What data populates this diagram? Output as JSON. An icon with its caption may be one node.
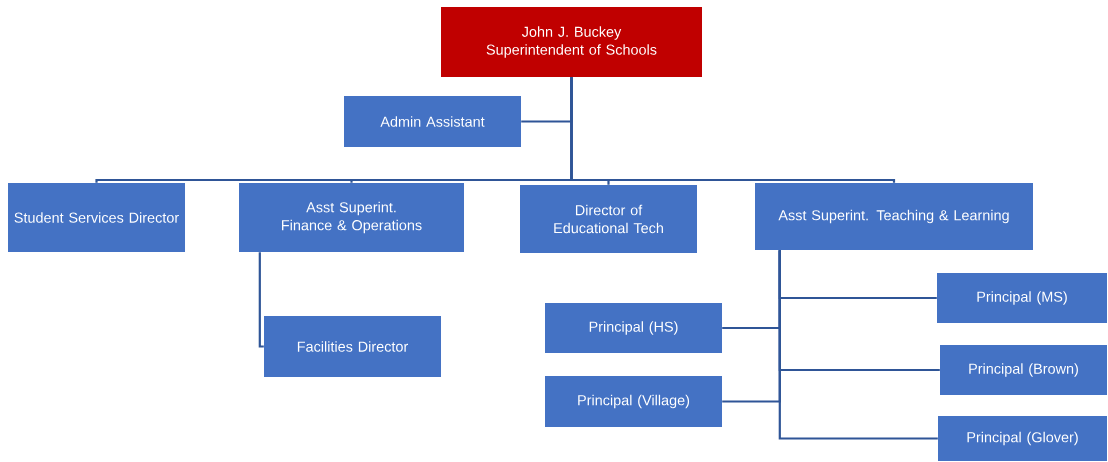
{
  "diagram": {
    "nodes": [
      {
        "text": [
          "John J. Buckey",
          "Superintendent of Schools"
        ]
      },
      {
        "text": [
          "Admin Assistant"
        ]
      },
      {
        "text": [
          "Student Services Director"
        ]
      },
      {
        "text": [
          "Asst Superint. Finance & Operations"
        ]
      },
      {
        "text": [
          "Director of Educational Tech"
        ]
      },
      {
        "text": [
          "Asst Superint. Teaching & Learning"
        ]
      },
      {
        "text": [
          "Facilities Director"
        ]
      },
      {
        "text": [
          "Principal (HS)"
        ]
      },
      {
        "text": [
          "Principal (Village)"
        ]
      },
      {
        "text": [
          "Principal (MS)"
        ]
      },
      {
        "text": [
          "Principal (Brown)"
        ]
      },
      {
        "text": [
          "Principal (Glover)"
        ]
      }
    ],
    "edges": [
      {
        "from": 0,
        "to": 1,
        "arrow": "none"
      },
      {
        "from": 0,
        "to": 2,
        "arrow": "none"
      },
      {
        "from": 0,
        "to": 3,
        "arrow": "none"
      },
      {
        "from": 0,
        "to": 4,
        "arrow": "none"
      },
      {
        "from": 0,
        "to": 5,
        "arrow": "none"
      },
      {
        "from": 3,
        "to": 6,
        "arrow": "none"
      },
      {
        "from": 5,
        "to": 7,
        "arrow": "none"
      },
      {
        "from": 5,
        "to": 8,
        "arrow": "none"
      },
      {
        "from": 5,
        "to": 9,
        "arrow": "none"
      },
      {
        "from": 5,
        "to": 10,
        "arrow": "none"
      },
      {
        "from": 5,
        "to": 11,
        "arrow": "none"
      }
    ]
  }
}
